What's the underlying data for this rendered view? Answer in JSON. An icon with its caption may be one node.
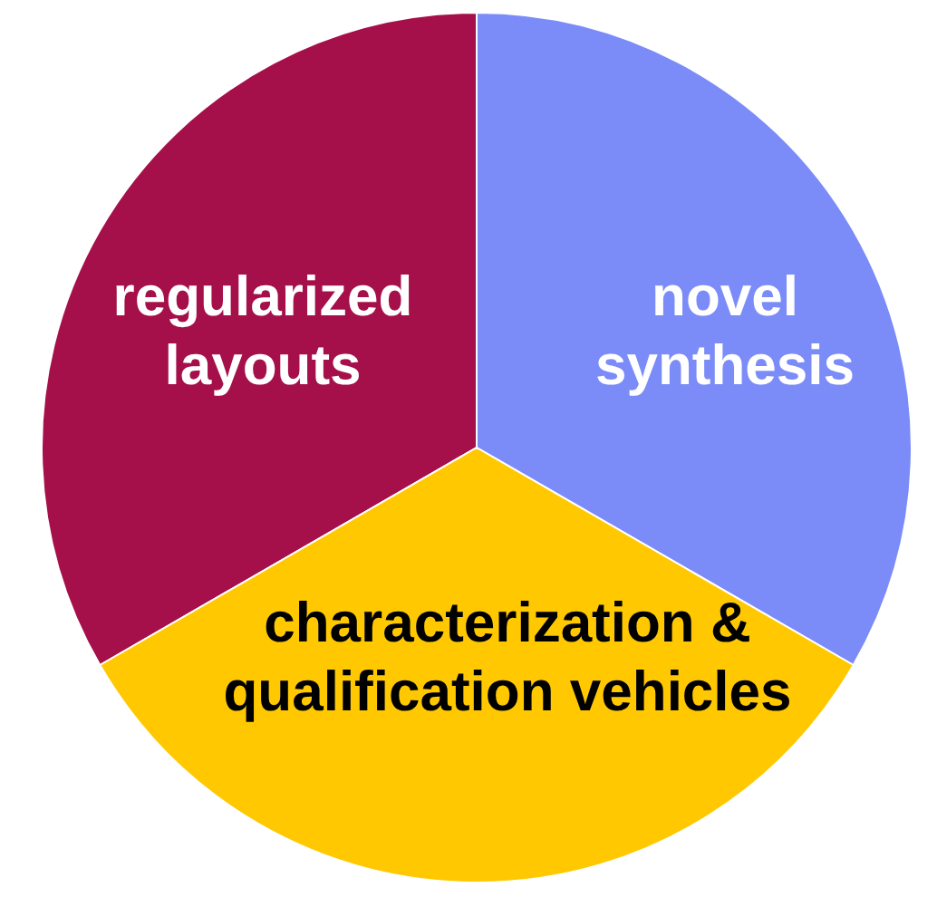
{
  "diagram": {
    "nodes": [
      {
        "text": [
          "regularized layouts"
        ]
      },
      {
        "text": [
          "novel synthesis"
        ]
      },
      {
        "text": [
          "characterization & qualification vehicles"
        ]
      }
    ]
  }
}
